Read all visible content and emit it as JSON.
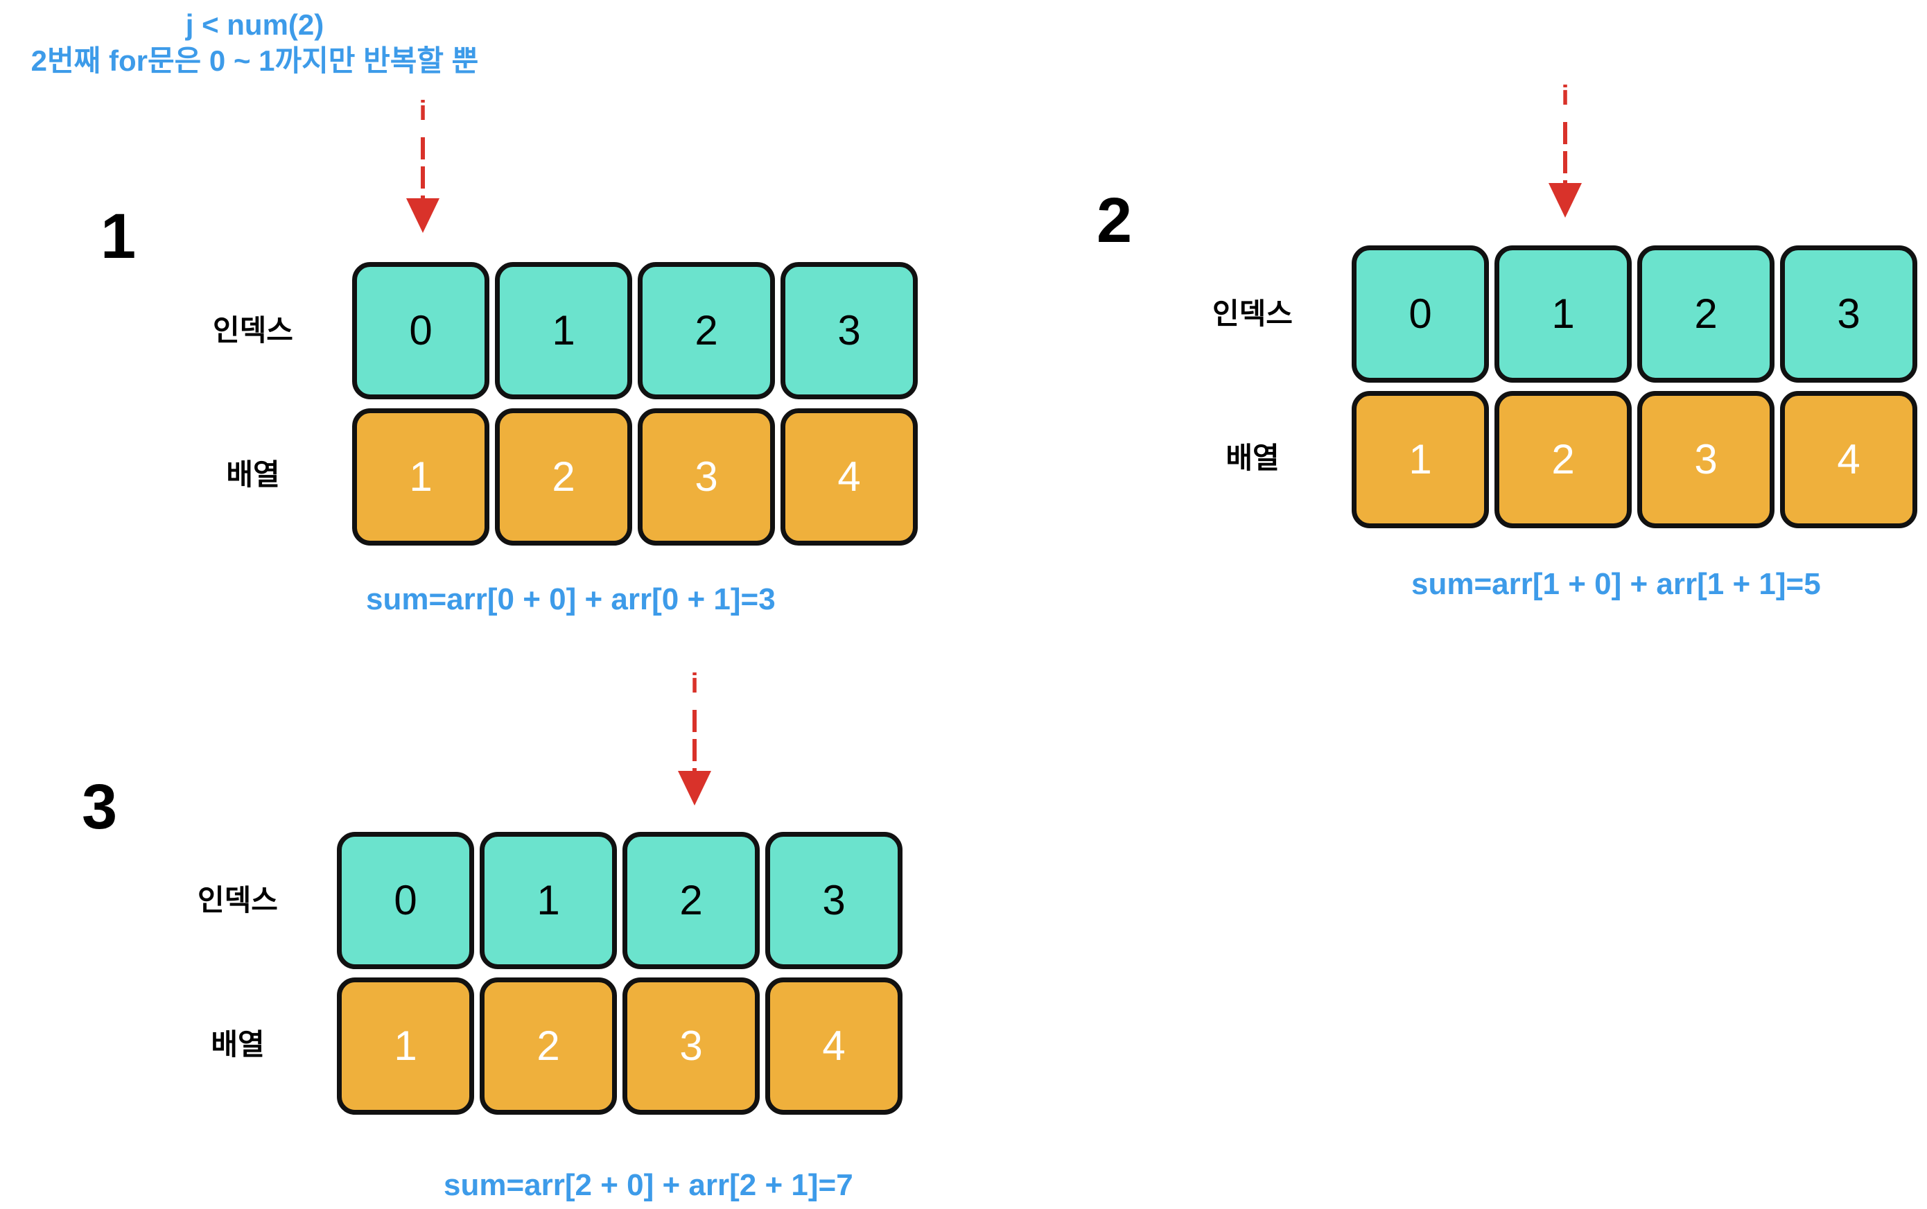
{
  "note": {
    "line1": "j < num(2)",
    "line2": "2번째 for문은 0 ~ 1까지만 반복할 뿐"
  },
  "steps": [
    {
      "number": "1",
      "pointer_label": "i",
      "index_label": "인덱스",
      "array_label": "배열",
      "indices": [
        "0",
        "1",
        "2",
        "3"
      ],
      "values": [
        "1",
        "2",
        "3",
        "4"
      ],
      "pointer_at_index": 0,
      "formula": "sum=arr[0 + 0] + arr[0 + 1]=3"
    },
    {
      "number": "2",
      "pointer_label": "i",
      "index_label": "인덱스",
      "array_label": "배열",
      "indices": [
        "0",
        "1",
        "2",
        "3"
      ],
      "values": [
        "1",
        "2",
        "3",
        "4"
      ],
      "pointer_at_index": 1,
      "formula": "sum=arr[1 + 0] + arr[1 + 1]=5"
    },
    {
      "number": "3",
      "pointer_label": "i",
      "index_label": "인덱스",
      "array_label": "배열",
      "indices": [
        "0",
        "1",
        "2",
        "3"
      ],
      "values": [
        "1",
        "2",
        "3",
        "4"
      ],
      "pointer_at_index": 2,
      "formula": "sum=arr[2 + 0] + arr[2 + 1]=7"
    }
  ],
  "colors": {
    "index_cell": "#6be3cd",
    "value_cell": "#efb03c",
    "pointer": "#d9322a",
    "annotation": "#3d9be9"
  }
}
